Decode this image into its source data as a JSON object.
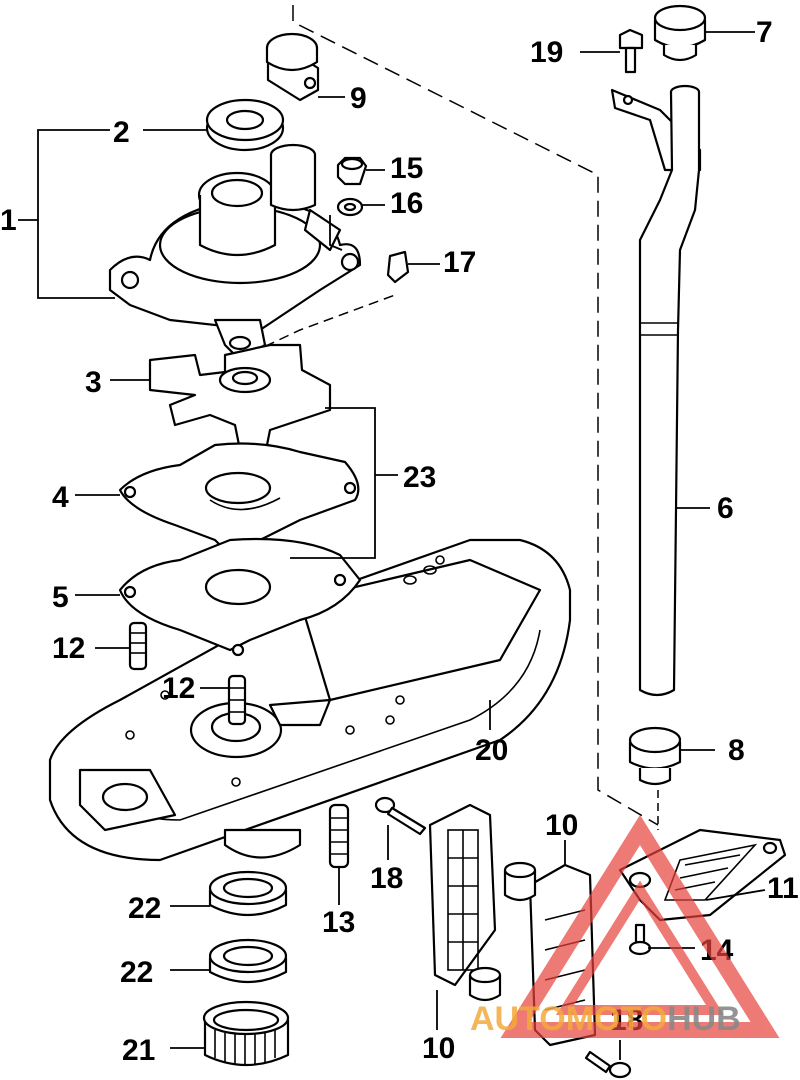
{
  "callouts": {
    "c1": "1",
    "c2": "2",
    "c3": "3",
    "c4": "4",
    "c5": "5",
    "c6": "6",
    "c7": "7",
    "c8": "8",
    "c9": "9",
    "c10a": "10",
    "c10b": "10",
    "c11": "11",
    "c12a": "12",
    "c12b": "12",
    "c13": "13",
    "c14": "14",
    "c15": "15",
    "c16": "16",
    "c17": "17",
    "c18a": "18",
    "c18b": "18",
    "c19": "19",
    "c20": "20",
    "c21": "21",
    "c22a": "22",
    "c22b": "22",
    "c23": "23"
  },
  "watermark": {
    "part1": "AUTOMOTO",
    "part2": "HUB",
    "color_accent": "#e8423c",
    "color_orange": "#f2a93b",
    "color_gray": "#888888"
  }
}
